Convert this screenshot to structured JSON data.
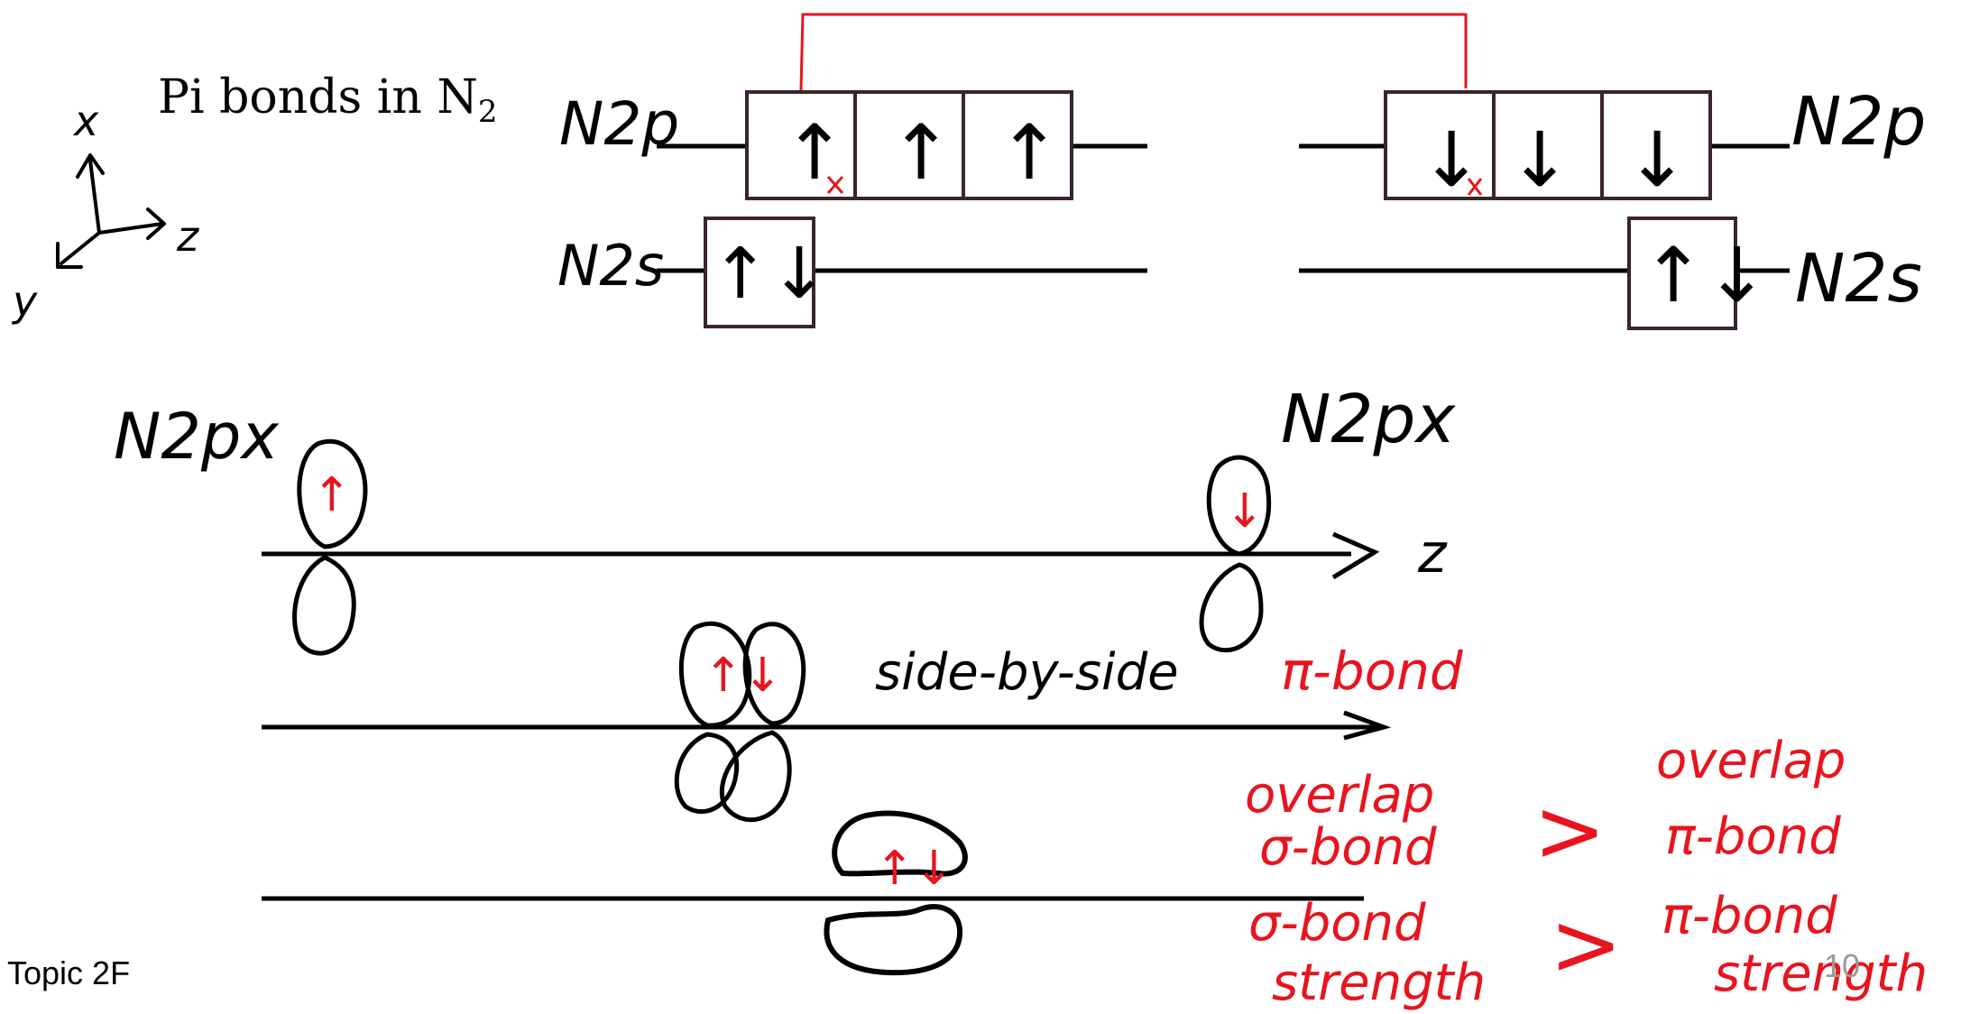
{
  "slide": {
    "title_main": "Pi bonds in N",
    "title_sub": "2",
    "footer": "Topic 2F",
    "page_number": "10"
  },
  "colors": {
    "ink_black": "#000000",
    "ink_red": "#e8141e",
    "box_border": "#3a2626"
  },
  "axes_sketch": {
    "x": "x",
    "y": "y",
    "z": "z"
  },
  "energy_diagram": {
    "left_2p_label": "N2p",
    "left_2s_label": "N2s",
    "right_2p_label": "N2p",
    "right_2s_label": "N2s",
    "left_2p_boxes": [
      "↑",
      "↑",
      "↑"
    ],
    "left_2s_box": "↑↓",
    "right_2p_boxes": [
      "↓",
      "↓",
      "↓"
    ],
    "right_2s_box": "↑↓"
  },
  "orbitals": {
    "left_label": "N2px",
    "right_label": "N2px",
    "axis_label": "z",
    "side_by_side_label": "side-by-side",
    "pi_bond_label": "π-bond"
  },
  "comparison": {
    "left_top_1": "overlap",
    "left_top_2": "σ-bond",
    "right_top_1": "overlap",
    "right_top_2": "π-bond",
    "left_bottom_1": "σ-bond",
    "left_bottom_2": "strength",
    "right_bottom_1": "π-bond",
    "right_bottom_2": "strength",
    "comparator": ">"
  }
}
